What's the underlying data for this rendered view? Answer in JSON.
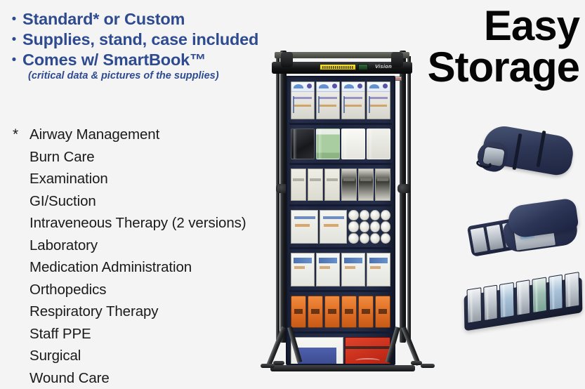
{
  "headline": {
    "line1": "Easy",
    "line2": "Storage"
  },
  "bullets": [
    {
      "marker": "•",
      "text": "Standard* or Custom"
    },
    {
      "marker": "•",
      "text": "Supplies, stand, case included"
    },
    {
      "marker": "•",
      "text": "Comes w/ SmartBook™"
    }
  ],
  "sub_note": "(critical data & pictures of the supplies)",
  "supply_list": {
    "marker": "*",
    "items": [
      "Airway Management",
      "Burn Care",
      "Examination",
      "GI/Suction",
      "Intraveneous Therapy (2 versions)",
      "Laboratory",
      "Medication Administration",
      "Orthopedics",
      "Respiratory Therapy",
      "Staff PPE",
      "Surgical",
      "Wound Care"
    ]
  },
  "rack": {
    "name": "medical-supply-rack",
    "brand_word": "Vision",
    "shelf_count": 7,
    "panel_color": "#222b46",
    "frame_color": "#15171a"
  },
  "bag_photos": [
    {
      "name": "rolled-closed-bag",
      "state": "rolled and closed"
    },
    {
      "name": "partially-open-bag",
      "state": "partially opened"
    },
    {
      "name": "unrolled-flat-bag",
      "state": "fully unrolled flat"
    }
  ],
  "colors": {
    "background": "#f4f4f4",
    "bullet_blue": "#2f4b90",
    "list_black": "#1a1a1a",
    "headline_black": "#050505",
    "bag_navy": "#2c3556",
    "accent_orange": "#dd6a22",
    "accent_red": "#c32b18"
  }
}
